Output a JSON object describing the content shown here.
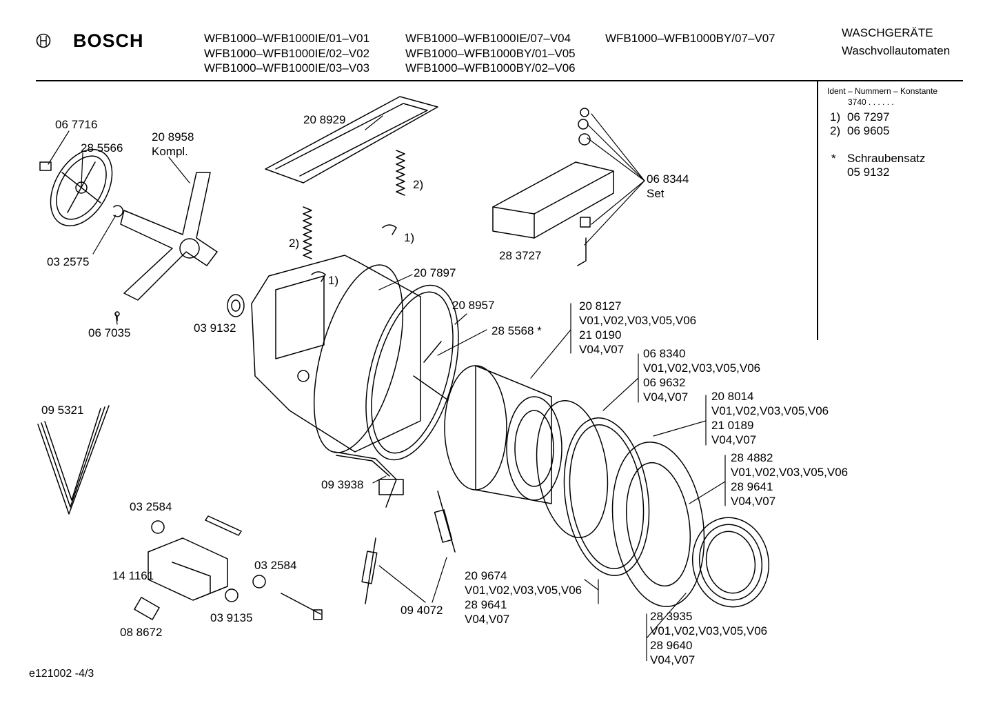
{
  "header": {
    "brand": "BOSCH",
    "models": [
      "WFB1000–WFB1000IE/01–V01",
      "WFB1000–WFB1000IE/02–V02",
      "WFB1000–WFB1000IE/03–V03",
      "WFB1000–WFB1000IE/07–V04",
      "WFB1000–WFB1000BY/01–V05",
      "WFB1000–WFB1000BY/02–V06",
      "WFB1000–WFB1000BY/07–V07"
    ],
    "category": "WASCHGERÄTE",
    "subcategory": "Waschvollautomaten"
  },
  "legend": {
    "title": "Ident – Nummern – Konstante",
    "constant": "3740  .  .  .  .  .  .",
    "note1_mark": "1)",
    "note1_value": "06 7297",
    "note2_mark": "2)",
    "note2_value": "06 9605",
    "star_mark": "*",
    "star_label": "Schraubensatz",
    "star_value": "05 9132"
  },
  "labels": {
    "p067716": "06 7716",
    "p285566": "28 5566",
    "p208958": "20 8958",
    "kompl": "Kompl.",
    "p208929": "20 8929",
    "note2a": "2)",
    "note1a": "1)",
    "note2b": "2)",
    "note1b": "1)",
    "p068344": "06 8344",
    "set": "Set",
    "p283727": "28 3727",
    "p032575": "03 2575",
    "p207897": "20 7897",
    "p067035": "06 7035",
    "p039132": "03 9132",
    "p208957": "20 8957",
    "p285568": "28 5568 *",
    "p208127": "20 8127",
    "v_a1": "V01,V02,V03,V05,V06",
    "p210190": "21 0190",
    "v_a2": "V04,V07",
    "p068340": "06 8340",
    "v_b1": "V01,V02,V03,V05,V06",
    "p069632": "06 9632",
    "v_b2": "V04,V07",
    "p208014": "20 8014",
    "v_c1": "V01,V02,V03,V05,V06",
    "p210189": "21 0189",
    "v_c2": "V04,V07",
    "p095321": "09 5321",
    "p284882": "28 4882",
    "v_d1": "V01,V02,V03,V05,V06",
    "p289641a": "28 9641",
    "v_d2": "V04,V07",
    "p093938": "09 3938",
    "p032584a": "03 2584",
    "p141161": "14 1161",
    "p032584b": "03 2584",
    "p209674": "20 9674",
    "v_e1": "V01,V02,V03,V05,V06",
    "p289641b": "28 9641",
    "v_e2": "V04,V07",
    "p094072": "09 4072",
    "p039135": "03 9135",
    "p088672": "08 8672",
    "p283935": "28 3935",
    "v_f1": "V01,V02,V03,V05,V06",
    "p289640": "28 9640",
    "v_f2": "V04,V07"
  },
  "footer": {
    "code": "e121002   -4/3"
  }
}
